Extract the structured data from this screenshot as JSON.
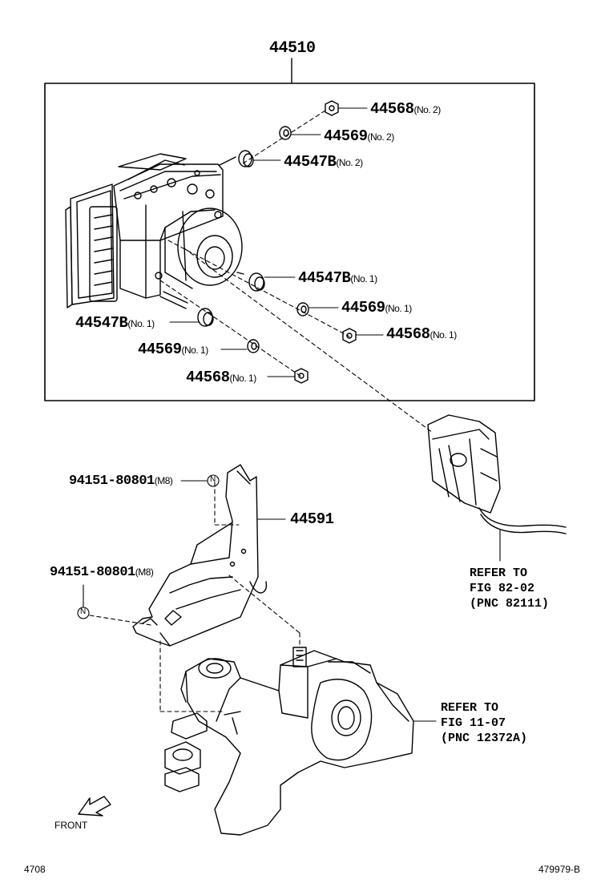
{
  "main_part": "44510",
  "upper_labels": [
    {
      "id": "nut-no2",
      "part": "44568",
      "qual": "(No. 2)"
    },
    {
      "id": "washer-no2",
      "part": "44569",
      "qual": "(No. 2)"
    },
    {
      "id": "cushion-no2",
      "part": "44547B",
      "qual": "(No. 2)"
    },
    {
      "id": "cushion-no1-right",
      "part": "44547B",
      "qual": "(No. 1)"
    },
    {
      "id": "washer-no1-right",
      "part": "44569",
      "qual": "(No. 1)"
    },
    {
      "id": "nut-no1-right",
      "part": "44568",
      "qual": "(No. 1)"
    },
    {
      "id": "cushion-no1-left",
      "part": "44547B",
      "qual": "(No. 1)"
    },
    {
      "id": "washer-no1-left",
      "part": "44569",
      "qual": "(No. 1)"
    },
    {
      "id": "nut-no1-left",
      "part": "44568",
      "qual": "(No. 1)"
    }
  ],
  "bracket_part": "44591",
  "bolt_labels": [
    {
      "id": "bolt-upper",
      "part": "94151-80801",
      "qual": "(M8)"
    },
    {
      "id": "bolt-lower",
      "part": "94151-80801",
      "qual": "(M8)"
    }
  ],
  "refer_connector": "REFER TO\nFIG 82-02\n(PNC 82111)",
  "refer_mount": "REFER TO\nFIG 11-07\n(PNC 12372A)",
  "front_label": "FRONT",
  "nut_symbol": "N",
  "footer_left": "4708",
  "footer_right": "479979-B"
}
